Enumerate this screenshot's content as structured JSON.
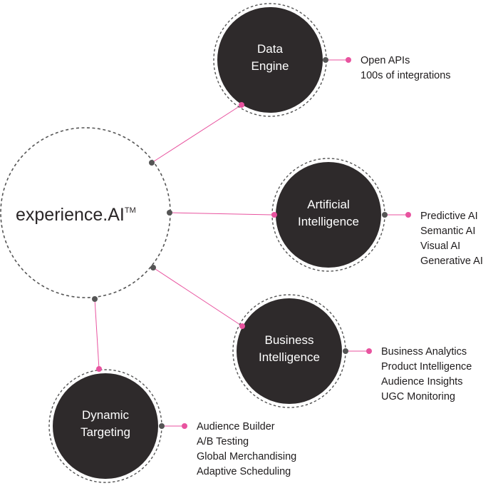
{
  "center": {
    "label": "experience.AI",
    "trademark": "TM"
  },
  "nodes": [
    {
      "id": "data-engine",
      "title_lines": [
        "Data",
        "Engine"
      ],
      "features": [
        "Open APIs",
        "100s of integrations"
      ]
    },
    {
      "id": "artificial-intelligence",
      "title_lines": [
        "Artificial",
        "Intelligence"
      ],
      "features": [
        "Predictive AI",
        "Semantic AI",
        "Visual AI",
        "Generative AI"
      ]
    },
    {
      "id": "business-intelligence",
      "title_lines": [
        "Business",
        "Intelligence"
      ],
      "features": [
        "Business Analytics",
        "Product Intelligence",
        "Audience Insights",
        "UGC Monitoring"
      ]
    },
    {
      "id": "dynamic-targeting",
      "title_lines": [
        "Dynamic",
        "Targeting"
      ],
      "features": [
        "Audience Builder",
        "A/B Testing",
        "Global Merchandising",
        "Adaptive Scheduling"
      ]
    }
  ],
  "colors": {
    "node_fill": "#2e2a2b",
    "accent_pink": "#e8539f",
    "dot_grey": "#555555",
    "dash_grey": "#555555",
    "text_dark": "#1f1c1d"
  }
}
